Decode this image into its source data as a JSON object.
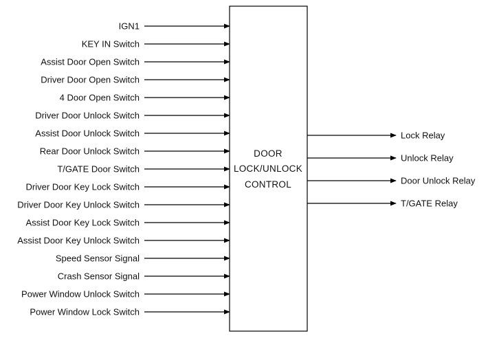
{
  "inputs": [
    "IGN1",
    "KEY IN Switch",
    "Assist Door Open Switch",
    "Driver Door Open Switch",
    "4 Door Open Switch",
    "Driver Door Unlock Switch",
    "Assist Door Unlock Switch",
    "Rear Door Unlock Switch",
    "T/GATE Door Switch",
    "Driver Door Key Lock Switch",
    "Driver Door Key Unlock Switch",
    "Assist Door Key Lock Switch",
    "Assist Door Key Unlock Switch",
    "Speed Sensor Signal",
    "Crash Sensor Signal",
    "Power Window Unlock Switch",
    "Power Window Lock Switch"
  ],
  "control": {
    "line1": "DOOR",
    "line2": "LOCK/UNLOCK",
    "line3": "CONTROL"
  },
  "outputs": [
    "Lock Relay",
    "Unlock Relay",
    "Door Unlock Relay",
    "T/GATE Relay"
  ]
}
